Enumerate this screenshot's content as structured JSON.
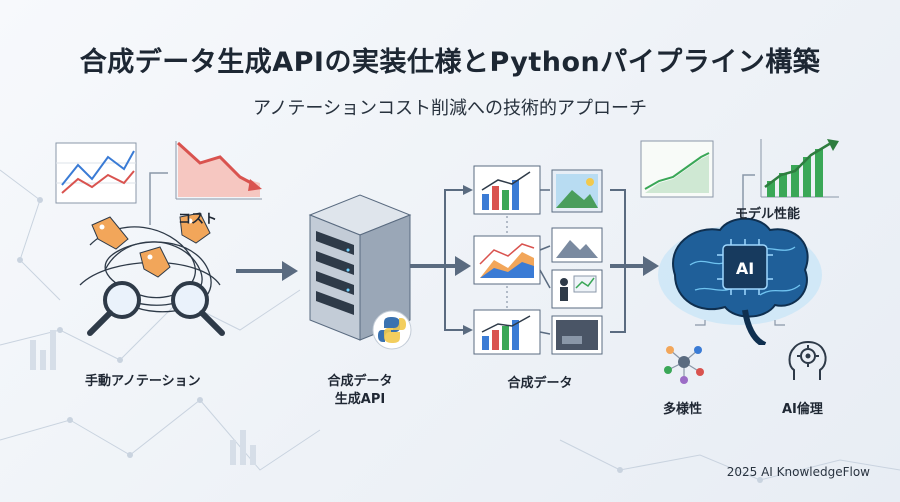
{
  "header": {
    "title": "合成データ生成APIの実装仕様とPythonパイプライン構築",
    "subtitle": "アノテーションコスト削減への技術的アプローチ"
  },
  "diagram": {
    "left": {
      "cost_label": "コスト",
      "manual_label": "手動アノテーション"
    },
    "server": {
      "label_line1": "合成データ",
      "label_line2": "生成API"
    },
    "synthetic": {
      "label": "合成データ"
    },
    "right": {
      "performance_label": "モデル性能",
      "ai_chip_text": "AI",
      "diversity_label": "多様性",
      "ethics_label": "AI倫理"
    }
  },
  "footer": {
    "credit": "2025 AI KnowledgeFlow"
  },
  "colors": {
    "accent_blue": "#3a7bd5",
    "down_red": "#d9534f",
    "up_green": "#3aa757",
    "tag_orange": "#f2a65a",
    "arrow_gray": "#5a6b80"
  }
}
